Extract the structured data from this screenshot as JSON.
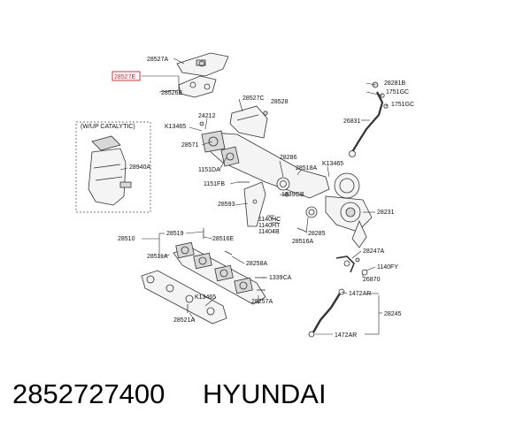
{
  "footer": {
    "part_number": "2852727400",
    "brand": "HYUNDAI"
  },
  "diagram": {
    "catalytic_label": "(W/UP CATALYTIC)",
    "highlight_color": "#d0202a",
    "labels": {
      "p28527A": "28527A",
      "p28527E": "28527E",
      "p28526B": "28526B",
      "p28527C": "28527C",
      "p28528": "28528",
      "p24212": "24212",
      "pK13465a": "K13465",
      "p28571": "28571",
      "p1151DA": "1151DA",
      "p1151FB": "1151FB",
      "p28286": "28286",
      "p28518A": "28518A",
      "pK13465b": "K13465",
      "p1339GB": "1339GB",
      "p28593": "28593",
      "p28231": "28231",
      "p1140HC": "1140HC",
      "p1140HT": "1140HT",
      "p1140AB": "11404B",
      "p28285": "28285",
      "p28516A": "28516A",
      "p28940A": "28940A",
      "p28281B": "28281B",
      "p1751GCa": "1751GC",
      "p1751GCb": "1751GC",
      "p26831": "26831",
      "p28510": "28510",
      "p28519": "28519",
      "p28516E": "28516E",
      "p28511A": "28511A",
      "p28258A": "28258A",
      "p1339CA": "1339CA",
      "pK13465c": "K13465",
      "p28521A": "28521A",
      "p28257A": "28257A",
      "p28247A": "28247A",
      "p1140FY": "1140FY",
      "p26870": "26870",
      "p1472ARa": "1472AR",
      "p28245": "28245",
      "p1472ARb": "1472AR"
    }
  }
}
